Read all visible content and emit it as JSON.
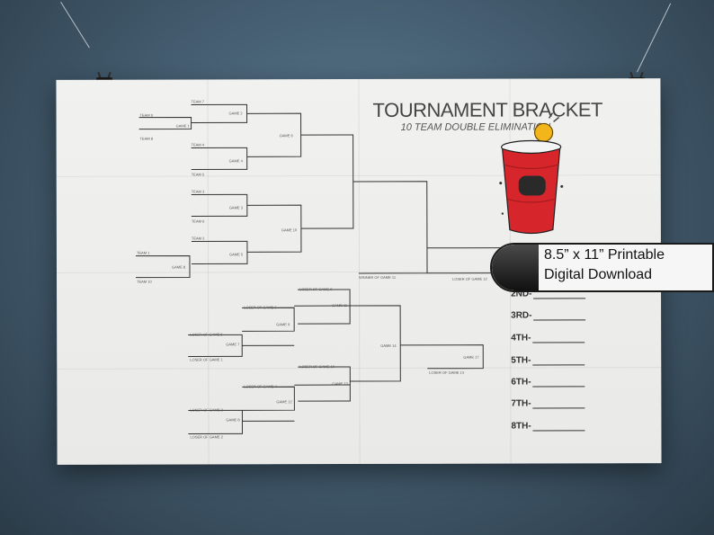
{
  "poster": {
    "title": "TOURNAMENT BRACKET",
    "subtitle": "10 TEAM DOUBLE ELIMINATION",
    "places": [
      "2ND-",
      "3RD-",
      "4TH-",
      "5TH-",
      "6TH-",
      "7TH-",
      "8TH-"
    ]
  },
  "winners_labels": {
    "team7": "TEAM 7",
    "team9": "TEAM 9",
    "team8": "TEAM 8",
    "game1": "GAME 1",
    "team4": "TEAM 4",
    "game2": "GAME 2",
    "team5": "TEAM 5",
    "game4": "GAME 4",
    "team3": "TEAM 3",
    "game6": "GAME 6",
    "team6": "TEAM 6",
    "game3": "GAME 3",
    "team2": "TEAM 2",
    "team1": "TEAM 1",
    "game5": "GAME 5",
    "game8": "GAME 8",
    "team10": "TEAM 10",
    "game10": "GAME 10",
    "winner_game11": "WINNER OF GAME 11",
    "loser_game12": "LOSER OF GAME 12"
  },
  "losers_labels": {
    "loser9": "LOSER OF GAME 9",
    "loser6": "LOSER OF GAME 6",
    "loser5": "LOSER OF GAME 5",
    "loser1": "LOSER OF GAME 1",
    "game7": "GAME 7",
    "game9": "GAME 9",
    "game11": "GAME 11",
    "loser10": "LOSER OF GAME 10",
    "loser4": "LOSER OF GAME 4",
    "loser3": "LOSER OF GAME 3",
    "loser2": "LOSER OF GAME 2",
    "gameA": "GAME 8",
    "gameB": "GAME 12",
    "game13": "GAME 13",
    "game14": "GAME 14",
    "game17": "GAME 17",
    "loser14": "LOSER OF GAME 14"
  },
  "badge": {
    "line1": "8.5” x 11” Printable",
    "line2": "Digital Download"
  },
  "colors": {
    "cup_red": "#d6262b",
    "ball": "#f2b61b",
    "line": "#333333"
  }
}
